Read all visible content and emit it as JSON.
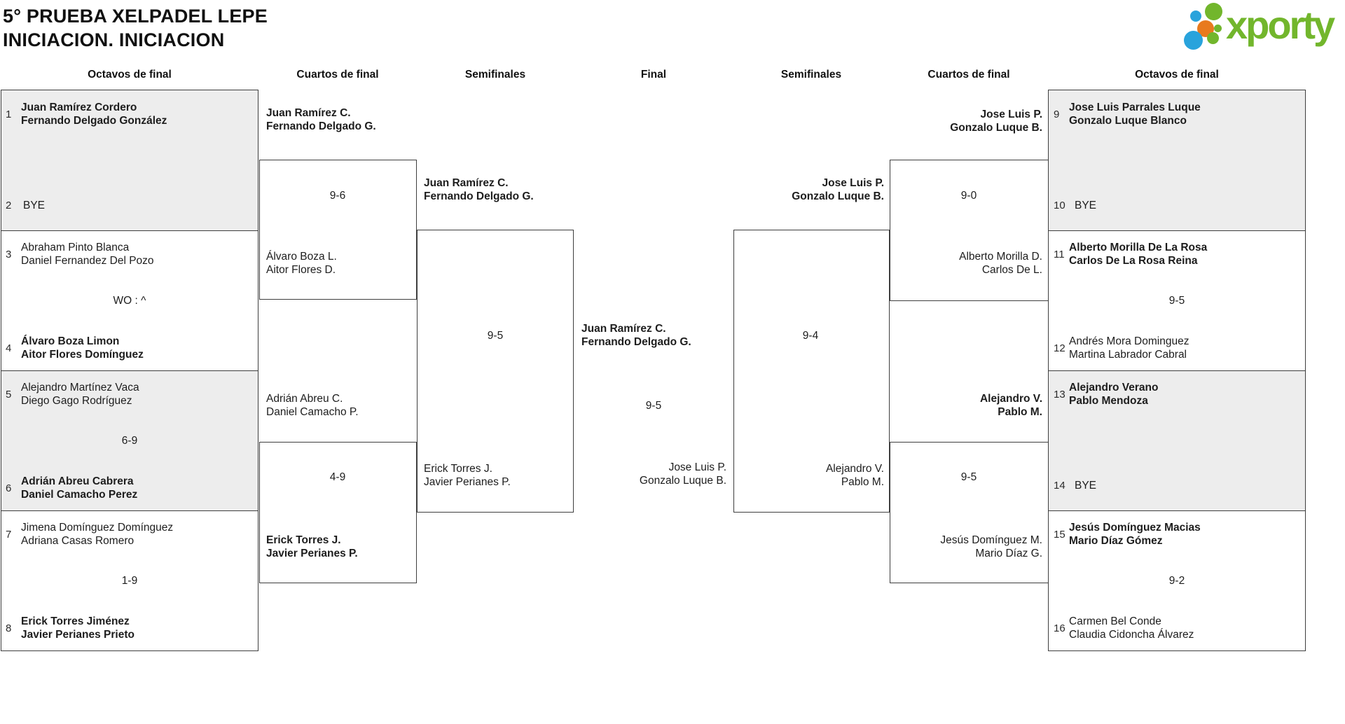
{
  "title": {
    "line1": "5° PRUEBA XELPADEL LEPE",
    "line2": "INICIACION. INICIACION"
  },
  "logo": {
    "text": "xporty"
  },
  "colors": {
    "logo_green": "#72b62c",
    "logo_blue": "#29a3dc",
    "logo_orange": "#e87a1e",
    "box_grey": "#ededed",
    "border": "#3e3e3e",
    "text": "#1d1d1d"
  },
  "headers": [
    "Octavos de final",
    "Cuartos de final",
    "Semifinales",
    "Final",
    "Semifinales",
    "Cuartos de final",
    "Octavos de final"
  ],
  "ol": [
    {
      "n1": "1",
      "t1a": "Juan Ramírez Cordero",
      "t1b": "Fernando Delgado González",
      "score": "",
      "n2": "2",
      "bye": "BYE"
    },
    {
      "n1": "3",
      "t1a": "Abraham Pinto Blanca",
      "t1b": "Daniel Fernandez Del Pozo",
      "score": "WO : ^",
      "n2": "4",
      "t2a": "Álvaro Boza Limon",
      "t2b": "Aitor Flores Domínguez"
    },
    {
      "n1": "5",
      "t1a": "Alejandro Martínez Vaca",
      "t1b": "Diego Gago Rodríguez",
      "score": "6-9",
      "n2": "6",
      "t2a": "Adrián Abreu Cabrera",
      "t2b": "Daniel Camacho Perez"
    },
    {
      "n1": "7",
      "t1a": "Jimena Domínguez Domínguez",
      "t1b": "Adriana Casas Romero",
      "score": "1-9",
      "n2": "8",
      "t2a": "Erick Torres Jiménez",
      "t2b": "Javier Perianes Prieto"
    }
  ],
  "or": [
    {
      "n1": "9",
      "t1a": "Jose Luis Parrales Luque",
      "t1b": "Gonzalo Luque Blanco",
      "score": "",
      "n2": "10",
      "bye": "BYE"
    },
    {
      "n1": "11",
      "t1a": "Alberto Morilla De La Rosa",
      "t1b": "Carlos De La Rosa Reina",
      "score": "9-5",
      "n2": "12",
      "t2a": "Andrés Mora Dominguez",
      "t2b": "Martina Labrador Cabral"
    },
    {
      "n1": "13",
      "t1a": "Alejandro Verano",
      "t1b": "Pablo Mendoza",
      "score": "",
      "n2": "14",
      "bye": "BYE"
    },
    {
      "n1": "15",
      "t1a": "Jesús Domínguez Macias",
      "t1b": "Mario Díaz Gómez",
      "score": "9-2",
      "n2": "16",
      "t2a": "Carmen Bel Conde",
      "t2b": "Claudia Cidoncha Álvarez"
    }
  ],
  "cl": [
    {
      "topa": "Juan Ramírez C.",
      "topb": "Fernando Delgado G.",
      "score": "9-6",
      "bota": "Álvaro Boza L.",
      "botb": "Aitor Flores D."
    },
    {
      "topa": "Adrián Abreu C.",
      "topb": "Daniel Camacho P.",
      "score": "4-9",
      "bota": "Erick Torres J.",
      "botb": "Javier Perianes P."
    }
  ],
  "cr": [
    {
      "topa": "Jose Luis P.",
      "topb": "Gonzalo Luque B.",
      "score": "9-0",
      "bota": "Alberto Morilla D.",
      "botb": "Carlos De L."
    },
    {
      "topa": "Alejandro V.",
      "topb": "Pablo M.",
      "score": "9-5",
      "bota": "Jesús Domínguez M.",
      "botb": "Mario Díaz G."
    }
  ],
  "sl": {
    "topa": "Juan Ramírez C.",
    "topb": "Fernando Delgado G.",
    "score": "9-5",
    "bota": "Erick Torres J.",
    "botb": "Javier Perianes P."
  },
  "sr": {
    "topa": "Jose Luis P.",
    "topb": "Gonzalo Luque B.",
    "score": "9-4",
    "bota": "Alejandro V.",
    "botb": "Pablo M."
  },
  "fin": {
    "wina": "Juan Ramírez C.",
    "winb": "Fernando Delgado G.",
    "score": "9-5",
    "losa": "Jose Luis P.",
    "losb": "Gonzalo Luque B."
  }
}
